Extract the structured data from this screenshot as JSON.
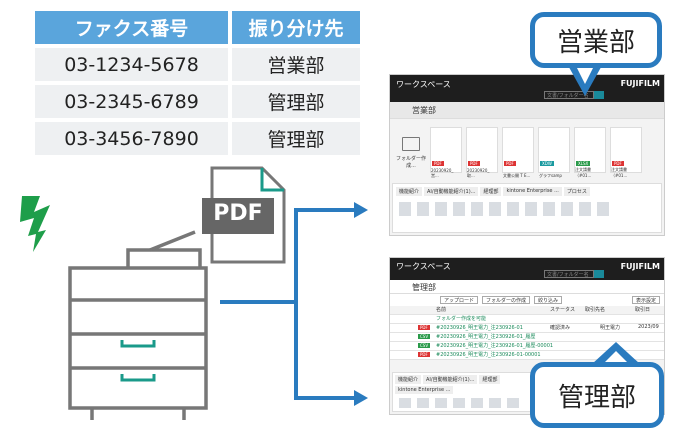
{
  "table": {
    "headers": [
      "ファクス番号",
      "振り分け先"
    ],
    "rows": [
      [
        "03-1234-5678",
        "営業部"
      ],
      [
        "03-2345-6789",
        "管理部"
      ],
      [
        "03-3456-7890",
        "管理部"
      ]
    ]
  },
  "pdf_icon": {
    "label": "PDF"
  },
  "colors": {
    "header": "#5aa5dc",
    "arrow": "#2a7bbf",
    "lightning": "#1e9e4a",
    "printer": "#777777",
    "printer_accent": "#1a9a8a"
  },
  "callouts": {
    "top": "営業部",
    "bottom": "管理部"
  },
  "screens": {
    "top": {
      "app_title": "ワークスペース",
      "brand": "FUJIFILM",
      "search_placeholder": "文書/フォルダー名",
      "folder_title": "営業部",
      "folder_item": "フォルダー作成...",
      "thumbs": [
        {
          "type": "PDF",
          "name": "20230920_営..."
        },
        {
          "type": "PDF",
          "name": "20230920_取..."
        },
        {
          "type": "PDF",
          "name": "文書公開 T E..."
        },
        {
          "type": "XDW",
          "name": "グラフsamp"
        },
        {
          "type": "XLSX",
          "name": "注文請書（#01..."
        },
        {
          "type": "PDF",
          "name": "注文請書（#01..."
        }
      ],
      "tabs": [
        "機能紹介",
        "AI/自動機能紹介(1)...",
        "経理部",
        "kintone Enterprise ...",
        "プロセス"
      ]
    },
    "bottom": {
      "app_title": "ワークスペース",
      "brand": "FUJIFILM",
      "search_placeholder": "文書/フォルダー名",
      "folder_title": "管理部",
      "buttons": [
        "アップロード",
        "フォルダーの作成",
        "絞り込み",
        "表示設定"
      ],
      "columns": [
        "名前",
        "ステータス",
        "取引先名",
        "取引日"
      ],
      "rows": [
        {
          "type": "",
          "name": "フォルダー作成を可能"
        },
        {
          "type": "PDF",
          "name": "#20230926_明王電力_注230926-01",
          "status": "確認済み",
          "client": "明王電力",
          "date": "2023/09"
        },
        {
          "type": "CSV",
          "name": "#20230926_明王電力_注230926-01_履歴"
        },
        {
          "type": "CSV",
          "name": "#20230926_明王電力_注230926-01_履歴-00001"
        },
        {
          "type": "PDF",
          "name": "#20230926_明王電力_注230926-01-00001"
        }
      ],
      "tabs": [
        "機能紹介",
        "AI/自動機能紹介(1)...",
        "経理部",
        "kintone Enterprise ..."
      ]
    }
  }
}
